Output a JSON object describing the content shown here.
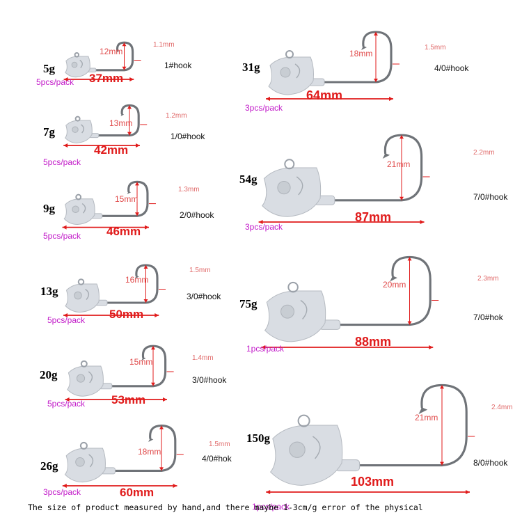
{
  "jigs": [
    {
      "weight": "5g",
      "pack": "5pcs/pack",
      "hook": "1#hook",
      "length": "37mm",
      "gap": "12mm",
      "wire": "1.1mm"
    },
    {
      "weight": "7g",
      "pack": "5pcs/pack",
      "hook": "1/0#hook",
      "length": "42mm",
      "gap": "13mm",
      "wire": "1.2mm"
    },
    {
      "weight": "9g",
      "pack": "5pcs/pack",
      "hook": "2/0#hook",
      "length": "46mm",
      "gap": "15mm",
      "wire": "1.3mm"
    },
    {
      "weight": "13g",
      "pack": "5pcs/pack",
      "hook": "3/0#hook",
      "length": "50mm",
      "gap": "16mm",
      "wire": "1.5mm"
    },
    {
      "weight": "20g",
      "pack": "5pcs/pack",
      "hook": "3/0#hook",
      "length": "53mm",
      "gap": "15mm",
      "wire": "1.4mm"
    },
    {
      "weight": "26g",
      "pack": "3pcs/pack",
      "hook": "4/0#hok",
      "length": "60mm",
      "gap": "18mm",
      "wire": "1.5mm"
    },
    {
      "weight": "31g",
      "pack": "3pcs/pack",
      "hook": "4/0#hook",
      "length": "64mm",
      "gap": "18mm",
      "wire": "1.5mm"
    },
    {
      "weight": "54g",
      "pack": "3pcs/pack",
      "hook": "7/0#hook",
      "length": "87mm",
      "gap": "21mm",
      "wire": "2.2mm"
    },
    {
      "weight": "75g",
      "pack": "1pcs/pack",
      "hook": "7/0#hok",
      "length": "88mm",
      "gap": "20mm",
      "wire": "2.3mm"
    },
    {
      "weight": "150g",
      "pack": "1pcs/pack",
      "hook": "8/0#hook",
      "length": "103mm",
      "gap": "21mm",
      "wire": "2.4mm"
    }
  ],
  "footer": "The size of product measured by hand,and there maybe 1-3cm/g error of the physical",
  "colors": {
    "dimension": "#e01b1b",
    "pack": "#c21bc9",
    "lead": "#d9dde3",
    "wire": "#6f7378"
  }
}
